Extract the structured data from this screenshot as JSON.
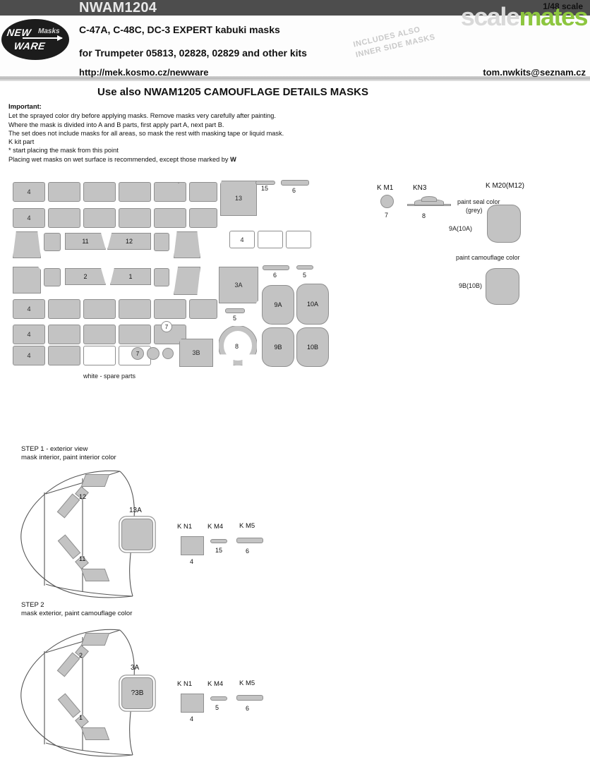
{
  "header": {
    "product_code": "NWAM1204",
    "line1": "C-47A, C-48C, DC-3 EXPERT kabuki masks",
    "line2": "for Trumpeter 05813, 02828, 02829 and other kits",
    "url": "http://mek.kosmo.cz/newware",
    "email": "tom.nwkits@seznam.cz",
    "scale": "1/48 scale",
    "watermark_part1": "scale",
    "watermark_part2": "mates",
    "includes_line1": "INCLUDES ALSO",
    "includes_line2": "INNER SIDE MASKS",
    "logo_new": "NEW",
    "logo_ware": "WARE",
    "logo_mask": "Masks"
  },
  "subtitle": "Use also NWAM1205 CAMOUFLAGE DETAILS MASKS",
  "important": {
    "title": "Important:",
    "lines": [
      "Let the sprayed color dry before applying masks. Remove masks very carefully after painting.",
      "Where the mask is divided into A and B parts, first apply part A, next part B.",
      "The set does not include masks for all areas, so mask the rest with masking tape or liquid mask.",
      "K kit part",
      "* start placing the mask from this point",
      "Placing wet masks on wet surface is recommended, except those marked by W"
    ],
    "line_kitpart": "K  kit part",
    "line_star": "*  start placing the mask from this point",
    "line_wet_prefix": "Placing wet masks on wet surface is recommended, except those marked by ",
    "line_wet_mark": "W"
  },
  "sheet": {
    "caption_white": "white - spare parts",
    "row_labels": [
      "4",
      "4",
      "4",
      "4",
      "4"
    ],
    "shape_labels": {
      "s13": "13",
      "s11": "11",
      "s12": "12",
      "s2": "2",
      "s1": "1",
      "s3A": "3A",
      "s3B": "3B",
      "s9A": "9A",
      "s9B": "9B",
      "s10A": "10A",
      "s10B": "10B",
      "s8": "8",
      "s7a": "7",
      "s7b": "7",
      "s4white": "4",
      "n15": "15",
      "n6top": "6",
      "n6mid": "6",
      "n5mid": "5",
      "n5low": "5"
    }
  },
  "legend": {
    "km1_label": "K M1",
    "km1_num": "7",
    "kn3_label": "KN3",
    "kn3_num": "8",
    "km20_label": "K M20(M12)",
    "paint_seal": "paint seal color",
    "paint_seal_grey": "(grey)",
    "seal_part": "9A(10A)",
    "paint_camo": "paint camouflage color",
    "camo_part": "9B(10B)"
  },
  "step1": {
    "title_line1": "STEP 1 - exterior view",
    "title_line2": "mask interior, paint interior color",
    "num_12": "12",
    "num_11": "11",
    "sq_label": "13A",
    "kn1_label": "K N1",
    "kn1_num": "4",
    "km4_label": "K M4",
    "km4_num": "15",
    "km5_label": "K M5",
    "km5_num": "6"
  },
  "step2": {
    "title_line1": "STEP 2",
    "title_line2": "mask exterior, paint camouflage color",
    "num_2": "2",
    "num_1": "1",
    "sq_top_label": "3A",
    "sq_label": "?3B",
    "kn1_label": "K N1",
    "kn1_num": "4",
    "km4_label": "K M4",
    "km4_num": "5",
    "km5_label": "K M5",
    "km5_num": "6"
  },
  "colors": {
    "header_bar": "#4d4d4d",
    "mask_fill": "#c3c3c3",
    "mask_stroke": "#8f8f8f",
    "watermark_green": "#8dc63f",
    "watermark_grey": "#d9d9d9"
  }
}
